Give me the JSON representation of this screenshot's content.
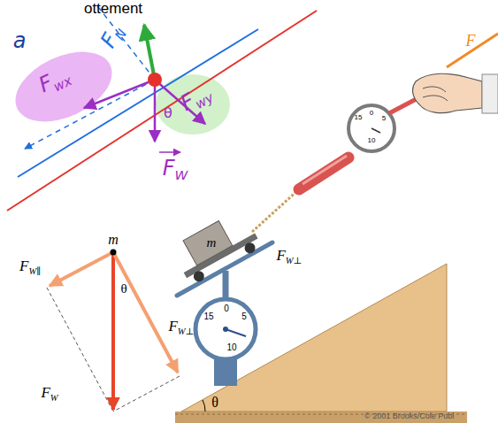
{
  "diagram": {
    "labels": [
      "ottement",
      "FN",
      "a",
      "Fwx",
      "Fwy",
      "θ",
      "FW",
      "m",
      "FW⊥",
      "θ",
      "m",
      "FW∥",
      "θ",
      "FW⊥",
      "FW",
      "F",
      "15",
      "0",
      "5",
      "10",
      "15",
      "0",
      "5",
      "10",
      "© 2001 Brooks/Cole Publ"
    ]
  }
}
